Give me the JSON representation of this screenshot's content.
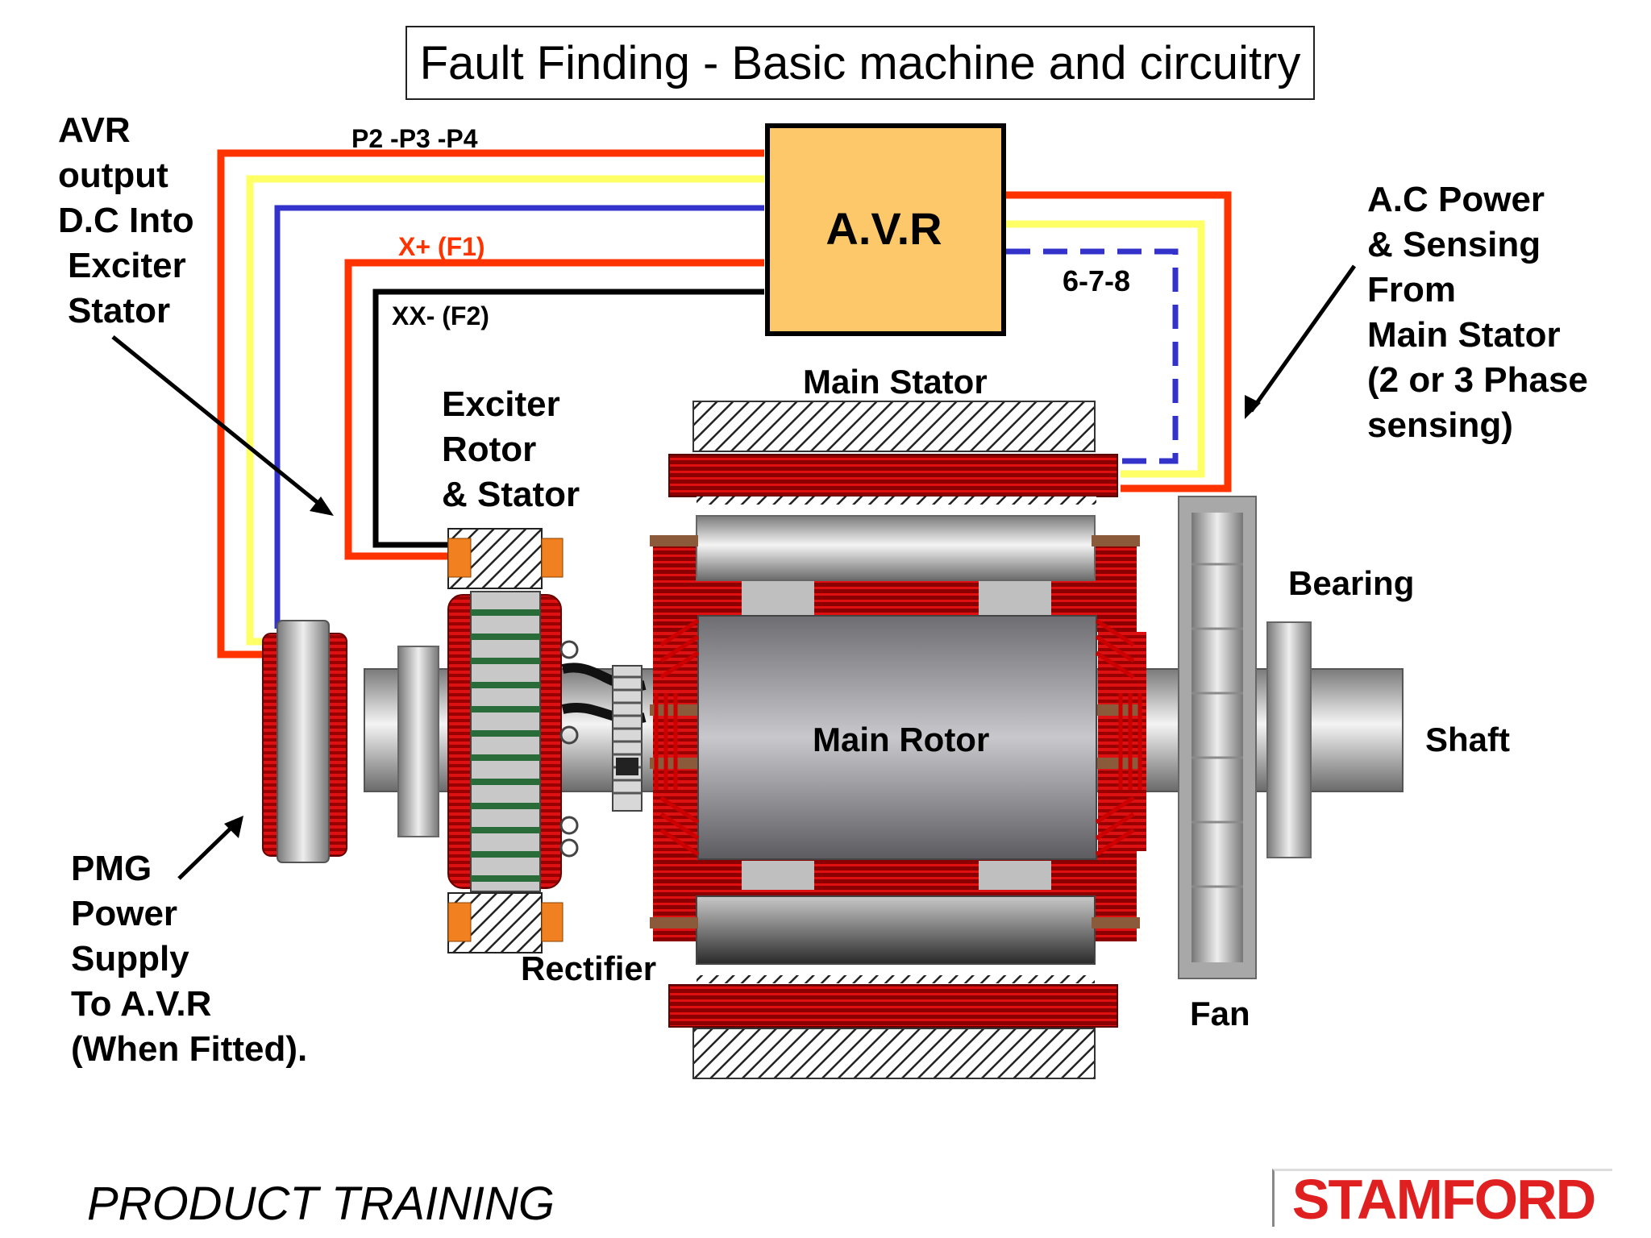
{
  "title": "Fault Finding - Basic machine and circuitry",
  "avr_box": {
    "label": "A.V.R",
    "fill": "#fcc86a"
  },
  "labels": {
    "avr_output": [
      "AVR",
      "output",
      "D.C Into",
      "Exciter",
      "Stator"
    ],
    "ac_power": [
      "A.C Power",
      "& Sensing",
      "From",
      "Main Stator",
      "(2 or 3 Phase",
      "sensing)"
    ],
    "pmg": [
      "PMG",
      "Power",
      "Supply",
      "To A.V.R",
      "(When Fitted)."
    ],
    "exciter": [
      "Exciter",
      "Rotor",
      "& Stator"
    ],
    "main_stator": "Main Stator",
    "main_rotor": "Main Rotor",
    "rectifier": "Rectifier",
    "bearing": "Bearing",
    "shaft": "Shaft",
    "fan": "Fan"
  },
  "wire_labels": {
    "p2p3p4": "P2 -P3 -P4",
    "x_plus": "X+ (F1)",
    "xx_minus": "XX- (F2)",
    "sensing": "6-7-8"
  },
  "colors": {
    "red_wire": "#ff3300",
    "yellow_wire": "#ffff66",
    "blue_wire": "#3333cc",
    "black_wire": "#000000",
    "winding": "#cc0000",
    "brand": "#e02020"
  },
  "footer": "PRODUCT TRAINING",
  "brand": "STAMFORD"
}
